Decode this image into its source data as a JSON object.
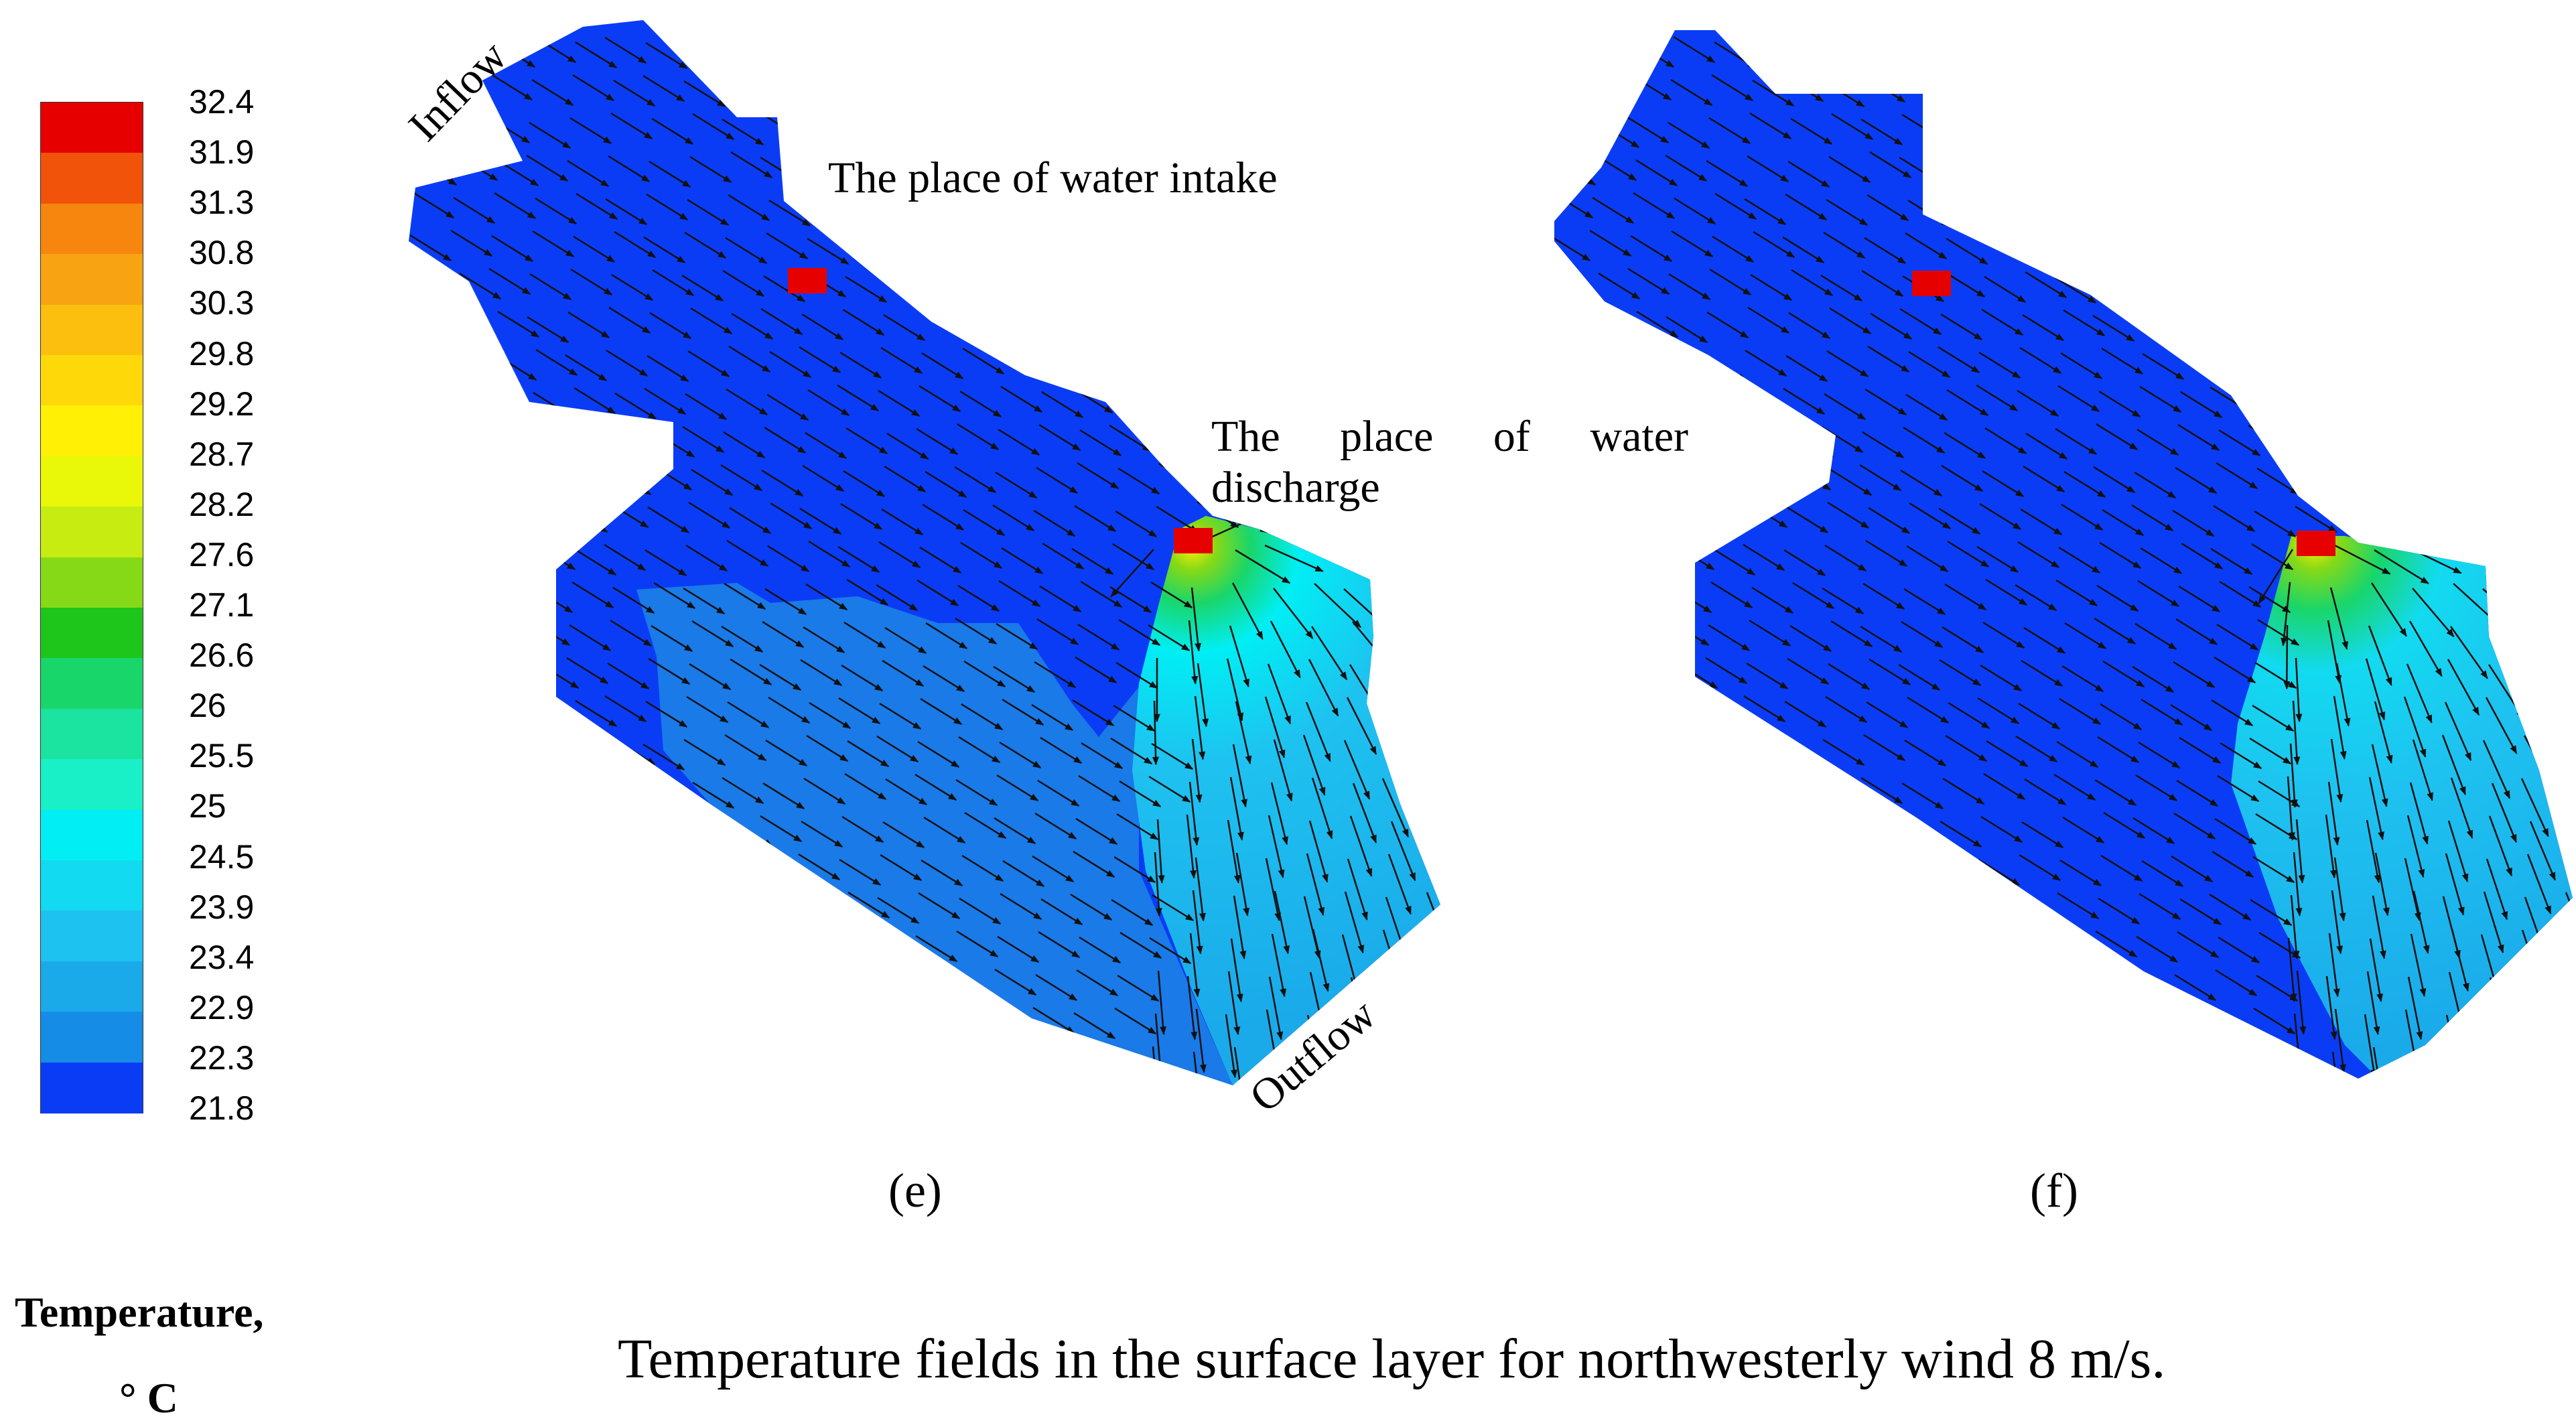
{
  "colorbar": {
    "title": "Temperature,",
    "unit": "° C",
    "ticks": [
      "32.4",
      "31.9",
      "31.3",
      "30.8",
      "30.3",
      "29.8",
      "29.2",
      "28.7",
      "28.2",
      "27.6",
      "27.1",
      "26.6",
      "26",
      "25.5",
      "25",
      "24.5",
      "23.9",
      "23.4",
      "22.9",
      "22.3",
      "21.8"
    ],
    "colors": [
      "#e60000",
      "#f2530a",
      "#f7860e",
      "#f8a412",
      "#fcbf0d",
      "#ffd80a",
      "#fff005",
      "#e8f808",
      "#c7ec12",
      "#86d917",
      "#1ec61b",
      "#19d66a",
      "#1ae4a0",
      "#19f0c8",
      "#00eef4",
      "#12daf0",
      "#1ec2f0",
      "#1aaaea",
      "#158ce6",
      "#0f68e8",
      "#0b3cf5"
    ],
    "swatch_colors": [
      "#e60000",
      "#f2530a",
      "#f7860e",
      "#f8a412",
      "#fcbf0d",
      "#ffd80a",
      "#fff005",
      "#e8f808",
      "#c7ec12",
      "#86d917",
      "#1ec61b",
      "#19d66a",
      "#1ae4a0",
      "#19f0c8",
      "#00eef4",
      "#12daf0",
      "#1ec2f0",
      "#1aaaea",
      "#158ce6",
      "#0b3cf5"
    ]
  },
  "panel_e": {
    "label": "(e)",
    "inflow": "Inflow",
    "outflow": "Outflow",
    "intake_text": "The place of water intake",
    "discharge_text": "The place of water discharge"
  },
  "panel_f": {
    "label": "(f)"
  },
  "caption": "Temperature fields in the surface layer for northwesterly wind 8 m/s.",
  "colors": {
    "water_cold": "#0b3cf5",
    "water_cool": "#1a7ae8",
    "plume": "#1ec2f0",
    "marker": "#e60000",
    "vector": "#111111"
  }
}
